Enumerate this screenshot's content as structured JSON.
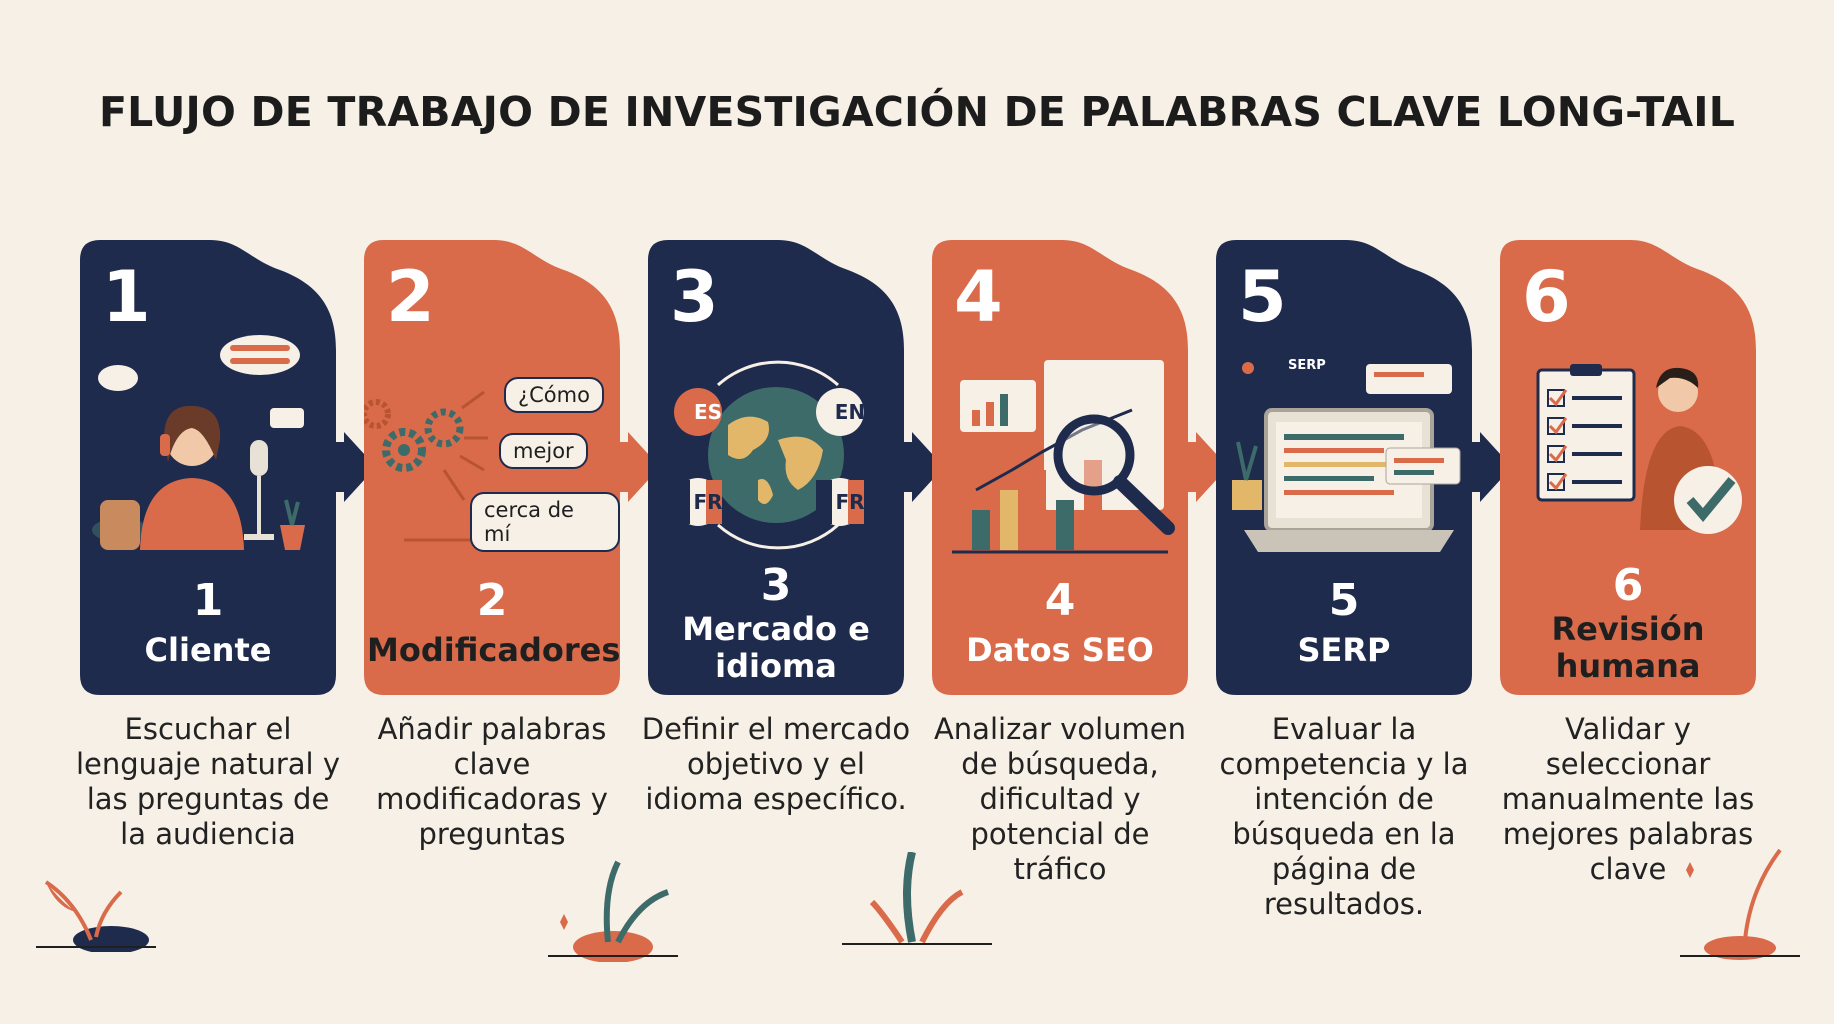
{
  "title": "FLUJO DE TRABAJO DE INVESTIGACIÓN DE PALABRAS CLAVE LONG-TAIL",
  "colors": {
    "navy": "#1f2b4d",
    "terracotta": "#d96b4b",
    "background": "#f6f0e6",
    "teal": "#3d6b6a"
  },
  "steps": [
    {
      "number": "1",
      "label": "Cliente",
      "description": "Escuchar el lenguaje natural y las preguntas de la audiencia",
      "color": "navy",
      "icon": "listening-person-icon"
    },
    {
      "number": "2",
      "label": "Modificadores",
      "description": "Añadir palabras clave modificadoras y preguntas",
      "color": "terracotta",
      "icon": "gears-modifiers-icon",
      "chips": [
        "¿Cómo",
        "mejor",
        "cerca de mí"
      ]
    },
    {
      "number": "3",
      "label": "Mercado e idioma",
      "description": "Definir el mercado objetivo y el idioma específico.",
      "color": "navy",
      "icon": "globe-languages-icon",
      "badges": [
        "ES",
        "EN",
        "FR",
        "FR"
      ]
    },
    {
      "number": "4",
      "label": "Datos SEO",
      "description": "Analizar volumen de búsqueda, dificultad y potencial de tráfico",
      "color": "terracotta",
      "icon": "analytics-magnifier-icon"
    },
    {
      "number": "5",
      "label": "SERP",
      "description": "Evaluar la competencia y la intención de búsqueda en la página de resultados.",
      "color": "navy",
      "icon": "laptop-serp-icon",
      "serp_tag": "SERP"
    },
    {
      "number": "6",
      "label": "Revisión humana",
      "description": "Validar y seleccionar manualmente las mejores palabras clave",
      "color": "terracotta",
      "icon": "checklist-review-icon"
    }
  ]
}
